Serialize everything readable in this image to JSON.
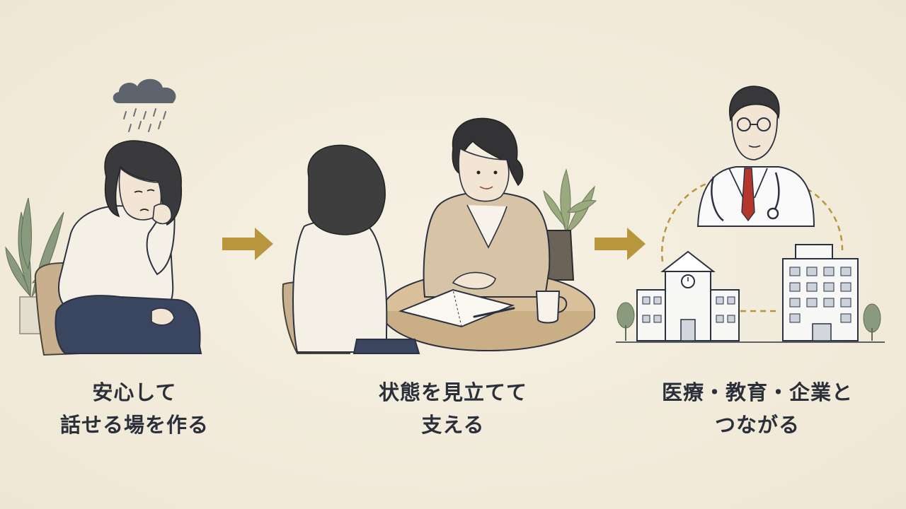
{
  "steps": [
    {
      "line1": "安心して",
      "line2": "話せる場を作る"
    },
    {
      "line1": "状態を見立てて",
      "line2": "支える"
    },
    {
      "line1": "医療・教育・企業と",
      "line2": "つながる"
    }
  ],
  "colors": {
    "background": "#f4eedf",
    "arrow": "#b8963e",
    "text": "#2a2f3a",
    "line": "#2b3140",
    "cloud": "#5d636c",
    "plant": "#8a9a7c"
  }
}
